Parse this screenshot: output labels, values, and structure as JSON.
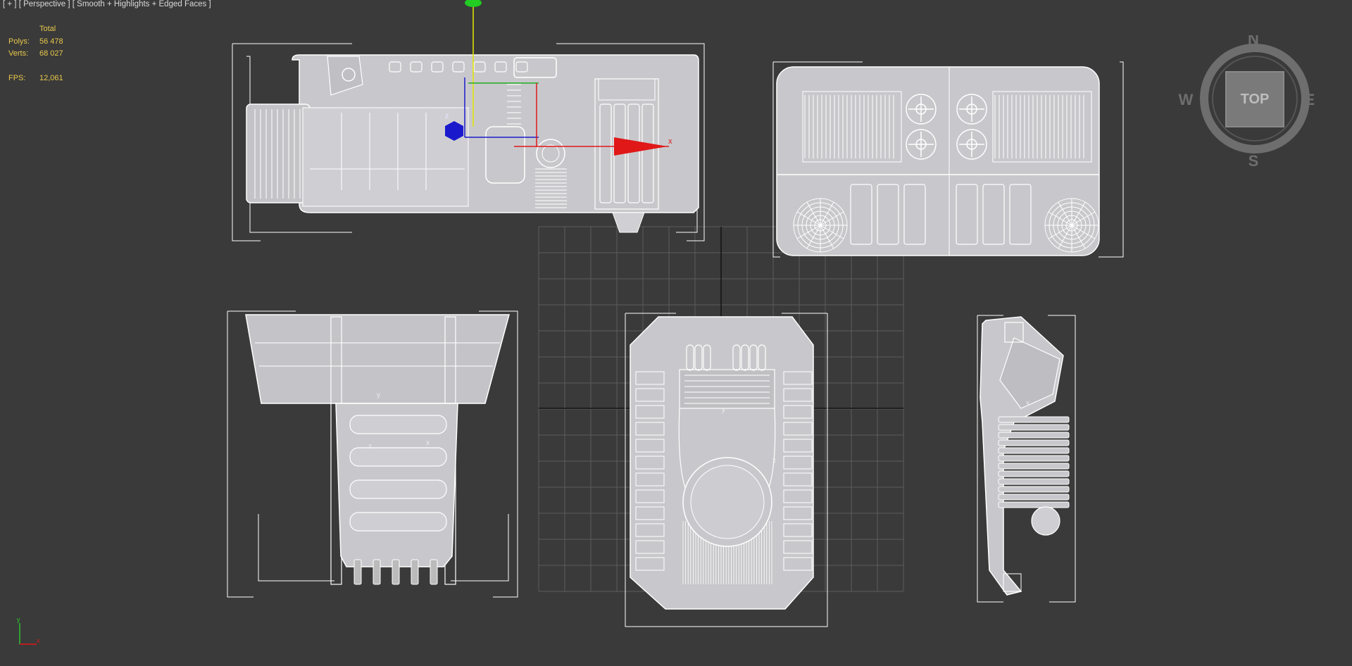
{
  "viewport": {
    "plus_menu": "[ + ]",
    "view_menu": "[ Perspective ]",
    "shading_menu": "[ Smooth + Highlights + Edged Faces ]"
  },
  "stats": {
    "total_label": "Total",
    "polys_label": "Polys:",
    "polys_value": "56 478",
    "verts_label": "Verts:",
    "verts_value": "68 027",
    "fps_label": "FPS:",
    "fps_value": "12,061"
  },
  "viewcube": {
    "face": "TOP",
    "north": "N",
    "south": "S",
    "east": "E",
    "west": "W"
  },
  "gizmo": {
    "x": "x",
    "y": "y",
    "z": "z"
  },
  "colors": {
    "background": "#3a3a3a",
    "wire": "#ffffff",
    "mesh": "#c8c8cc",
    "stats_text": "#e8c84a",
    "x_axis": "#e01818",
    "y_axis": "#e6e600",
    "z_axis": "#1010d0"
  }
}
